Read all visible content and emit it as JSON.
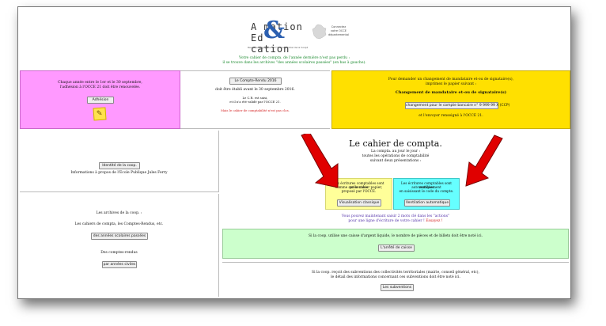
{
  "header": {
    "logo_line1": "A mation",
    "logo_amp": "&",
    "logo_line2": "Ed cation",
    "logo_sub": "Revue pédagogique de l'Office Central de la Coopération à l'Ecole",
    "map_caption": "Connectez votre OCCE départemental",
    "note_line1": "Votre cahier de compta. de l'année dernière n'est pas perdu :",
    "note_line2": "il se trouve dans les archives \"des années scolaires passées\" (en bas à gauche)."
  },
  "adhesion": {
    "line1": "Chaque année entre le 1er et le 30 septembre,",
    "line2": "l'adhésion à l'OCCE 21 doit être renouvelée.",
    "button": "Adhésion",
    "icon": "sticky-note-pen-icon"
  },
  "compte_rendu": {
    "button": "Le Compte-Rendu 2016",
    "line1": "doit être établi avant le 30 septembre 2016.",
    "line2": "Le C.R. est saisi,",
    "line3": "et il n'a été validé par l'OCCE 21.",
    "warning": "Mais le cahier de comptabilité n'est pas clos."
  },
  "mandataire": {
    "line1": "Pour demander un changement de mandataire et-ou de signataire(s),",
    "line2": "imprimez le papier suivant :",
    "heading": "Changement de mandataire et-ou de signataire(s)",
    "button": "changement pour le compte bancaire n° 9 999 99 X (CCP)",
    "line3": "et l'envoyer renseigné à l'OCCE 21."
  },
  "identite": {
    "button": "Identité de la coop.",
    "line1": "Informations à propos de l'Ecole Publique Jules Ferry"
  },
  "archives": {
    "line1": "Les archives de la coop. :",
    "line2": "Les cahiers de compta, les Comptes-Rendus, etc.",
    "button": "des années scolaires passées",
    "line3": "Des comptes-rendus",
    "button2": "par années civiles"
  },
  "cahier": {
    "title": "Le cahier de compta.",
    "line1": "La compta. au jour le jour :",
    "line2": "toutes les opérations de comptabilité",
    "line3": "suivant deux présentations :",
    "classic_l1": "Les écritures comptables sont présentées",
    "classic_l2": "comme sur le cahier papier,",
    "classic_l3": "proposé par l'OCCE.",
    "classic_button": "Visualisation classique",
    "auto_l1": "Les écritures comptables sont ventilées",
    "auto_l2": "automatiquement",
    "auto_l3": "en saisissant le code du compte.",
    "auto_button": "Ventilation automatique",
    "note1": "Vous pouvez maintenant saisir 2 mots clé dans les \"actions\"",
    "note2_a": "pour une ligne d'écriture de votre cahier !",
    "note2_b": "Essayez !"
  },
  "caisse": {
    "line1": "Si la coop. utilise une caisse d'argent liquide, le nombre de pièces et de billets doit être noté ici.",
    "button": "L'arrêté de caisse"
  },
  "subventions": {
    "line1": "Si la coop. reçoit des subventions des collectivités territoriales (mairie, conseil général, etc),",
    "line2": "le détail des informations concernant ces subventions doit être noté ici.",
    "button": "Les subventions"
  },
  "colors": {
    "pink": "#ff99ff",
    "yellow": "#ffe000",
    "light_yellow": "#ffff99",
    "cyan": "#66ffff",
    "green": "#ccffcc",
    "arrow_red": "#e00000",
    "note_green": "#1a8a2e"
  }
}
